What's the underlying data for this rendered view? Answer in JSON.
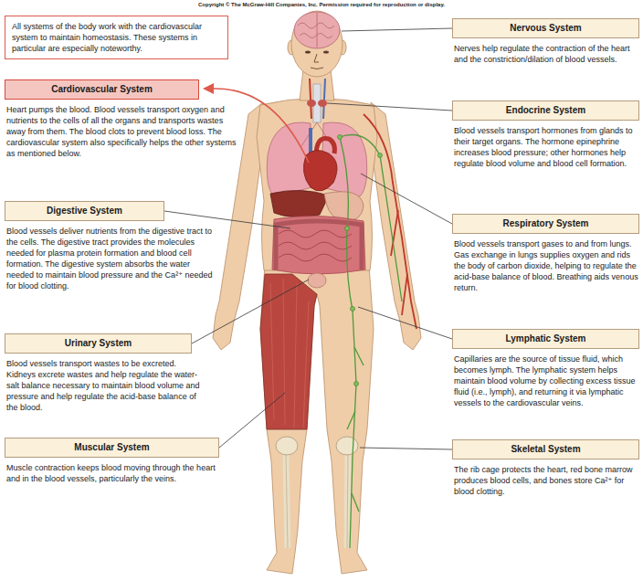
{
  "diagram": {
    "nodes": [
      {
        "text": [
          "All systems of the body work with the cardiovascular system to maintain homeostasis. These systems in particular are especially noteworthy."
        ]
      },
      {
        "text": [
          "Cardiovascular System",
          "Heart pumps the blood. Blood vessels transport oxygen and nutrients to the cells of all the organs and transports wastes away from them. The blood clots to prevent blood loss. The cardiovascular system also specifically helps the other systems as mentioned below."
        ]
      },
      {
        "text": [
          "Digestive System",
          "Blood vessels deliver nutrients from the digestive tract to the cells. The digestive tract provides the molecules needed for plasma protein formation and blood cell formation. The digestive system absorbs the water needed to maintain blood pressure and the Ca²⁺ needed for blood clotting."
        ]
      },
      {
        "text": [
          "Urinary System",
          "Blood vessels transport wastes to be excreted. Kidneys excrete wastes and help regulate the water-salt balance necessary to maintain blood volume and pressure and help regulate the acid-base balance of the blood."
        ]
      },
      {
        "text": [
          "Muscular System",
          "Muscle contraction keeps blood moving through the heart and in the blood vessels, particularly the veins."
        ]
      },
      {
        "text": [
          "Nervous System",
          "Nerves help regulate the contraction of the heart and the constriction/dilation of blood vessels."
        ]
      },
      {
        "text": [
          "Endocrine System",
          "Blood vessels transport hormones from glands to their target organs. The hormone epinephrine increases blood pressure; other hormones help regulate blood volume and blood cell formation."
        ]
      },
      {
        "text": [
          "Respiratory System",
          "Blood vessels transport gases to and from lungs. Gas exchange in lungs supplies oxygen and rids the body of carbon dioxide, helping to regulate the acid-base balance of blood. Breathing aids venous return."
        ]
      },
      {
        "text": [
          "Lymphatic System",
          "Capillaries are the source of tissue fluid, which becomes lymph. The lymphatic system helps maintain blood volume by collecting excess tissue fluid (i.e., lymph), and returning it via lymphatic vessels to the cardiovascular veins."
        ]
      },
      {
        "text": [
          "Skeletal System",
          "The rib cage protects the heart, red bone marrow produces blood cells, and bones store Ca²⁺ for blood clotting."
        ]
      }
    ],
    "labels": [
      "Copyright © The McGraw-Hill Companies, Inc. Permission required for reproduction or display."
    ]
  }
}
